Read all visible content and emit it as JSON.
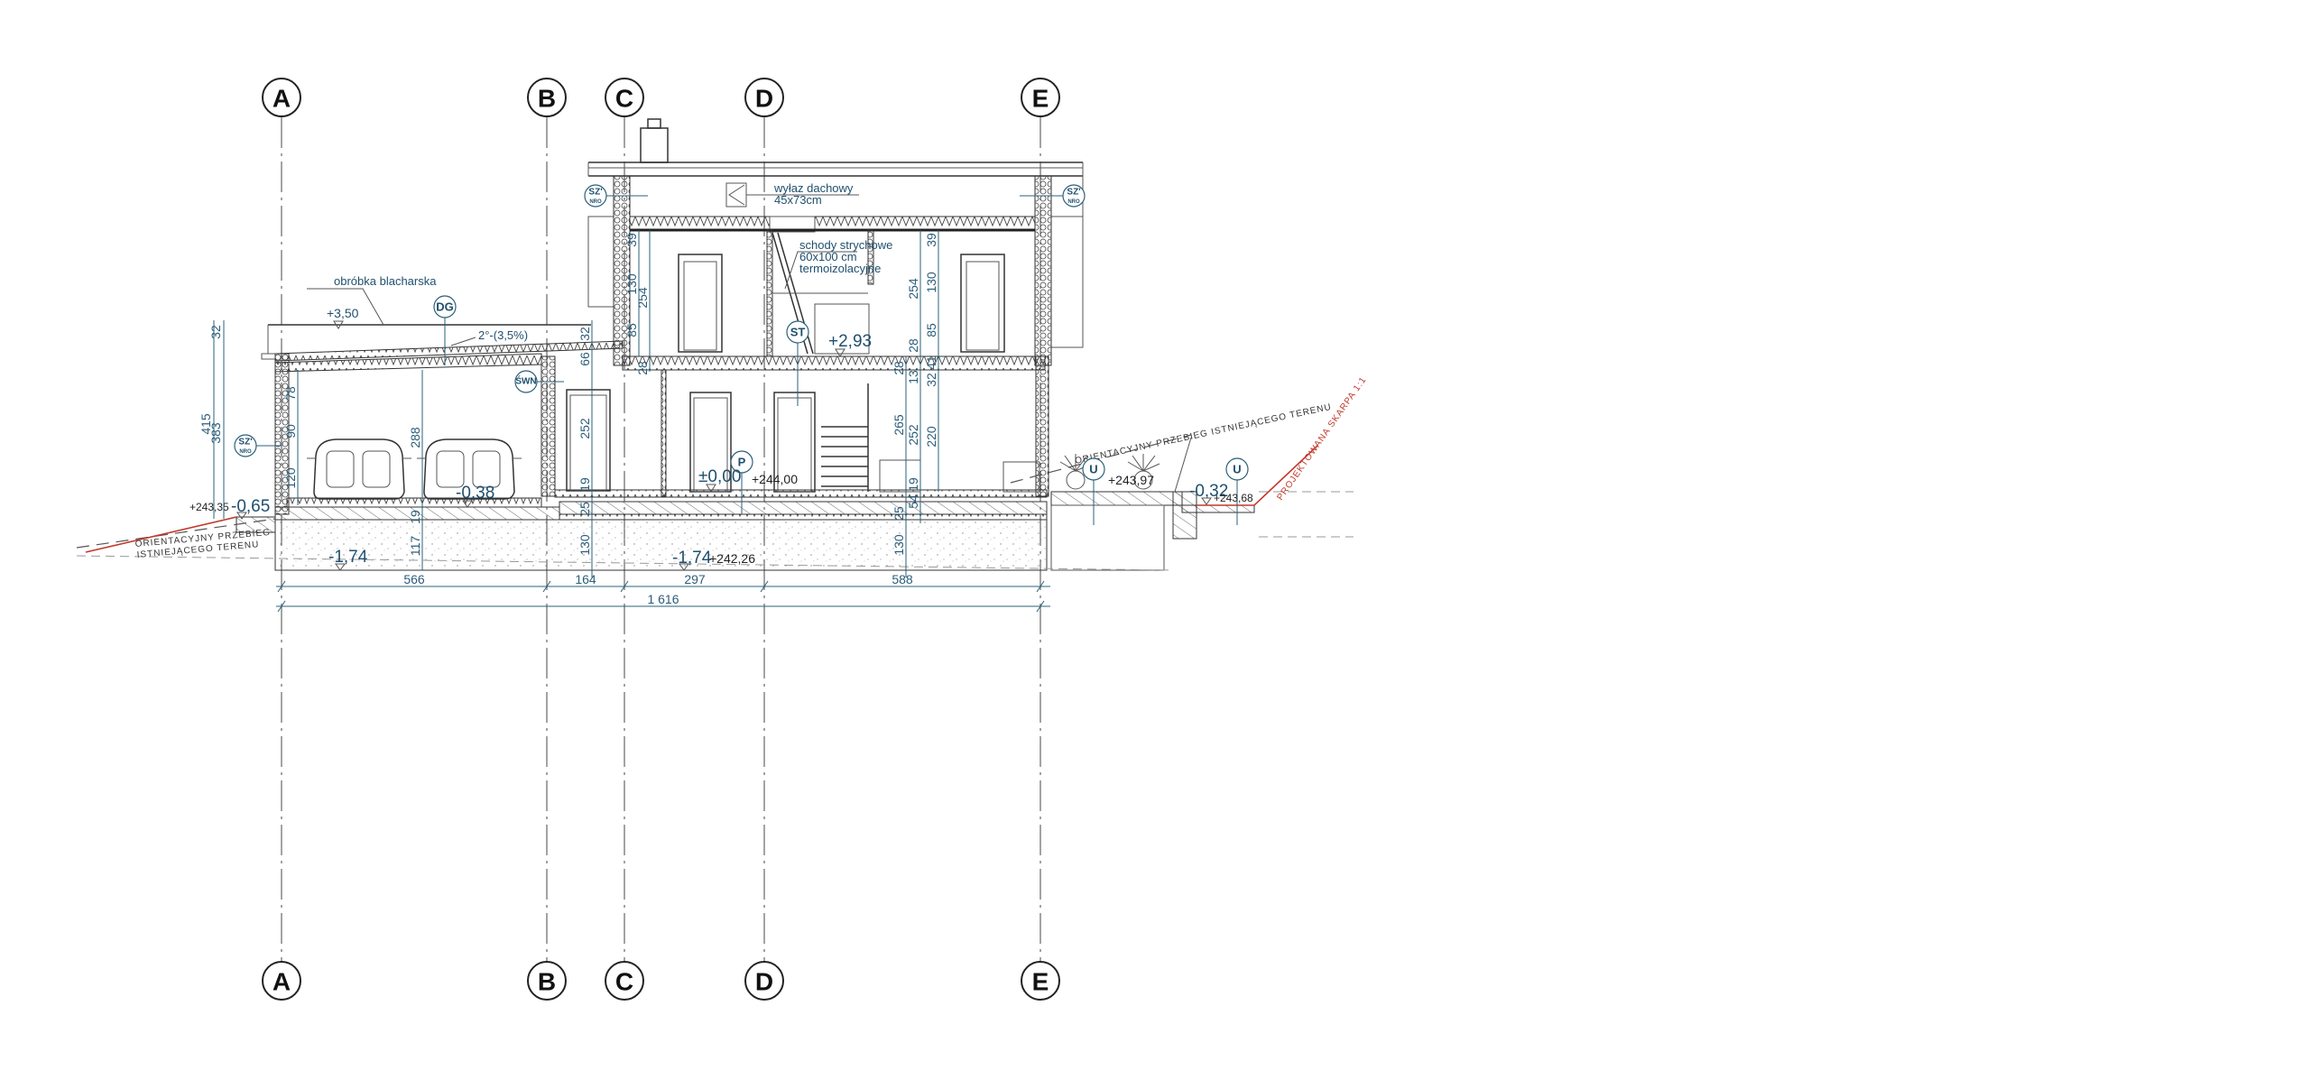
{
  "grid_axes": [
    "A",
    "B",
    "C",
    "D",
    "E"
  ],
  "annotations": {
    "flashing": "obróbka blacharska",
    "roof_slope": "2°-(3,5%)",
    "roof_hatch_line1": "wyłaz dachowy",
    "roof_hatch_line2": "45x73cm",
    "attic_stairs_line1": "schody strychowe",
    "attic_stairs_line2": "60x100 cm",
    "attic_stairs_line3": "termoizolacyjne",
    "terrain_right": "ORIENTACYJNY PRZEBIEG ISTNIEJĄCEGO TERENU",
    "terrain_left_line1": "ORIENTACYJNY PRZEBIEG",
    "terrain_left_line2": "ISTNIEJĄCEGO TERENU",
    "slope": "PROJEKTOWANA SKARPA 1:1"
  },
  "tags": {
    "dg": "DG",
    "swn": "ŚWN",
    "sz": "SZ'",
    "nro": "NRO",
    "st": "ST",
    "p": "P",
    "u": "U"
  },
  "levels": {
    "garage_roof": "+3,50",
    "attic_floor": "+2,93",
    "ground_floor": "±0,00",
    "ground_floor_abs": "+244,00",
    "garage_floor": "-0,38",
    "garage_outside": "-0,65",
    "garage_outside_abs": "+243,35",
    "foundation_garage": "-1,74",
    "foundation_house": "-1,74",
    "foundation_house_abs": "+242,26",
    "terrace_abs": "+243,97",
    "terrace_edge": "-0,32",
    "terrace_edge_abs": "+243,68"
  },
  "dimensions": {
    "horizontal": [
      "566",
      "164",
      "297",
      "588"
    ],
    "total": "1 616",
    "left_outer": [
      "415",
      "32",
      "383"
    ],
    "garage": [
      "78",
      "90",
      "120",
      "288",
      "19",
      "117"
    ],
    "axis_c": [
      "32",
      "66",
      "252",
      "19",
      "25",
      "130"
    ],
    "upper_left": [
      "39",
      "130",
      "85",
      "254",
      "28"
    ],
    "upper_right": [
      "39",
      "130",
      "85",
      "254",
      "28",
      "28",
      "13",
      "41",
      "32",
      "265",
      "252",
      "220",
      "19",
      "54",
      "25",
      "130"
    ]
  }
}
